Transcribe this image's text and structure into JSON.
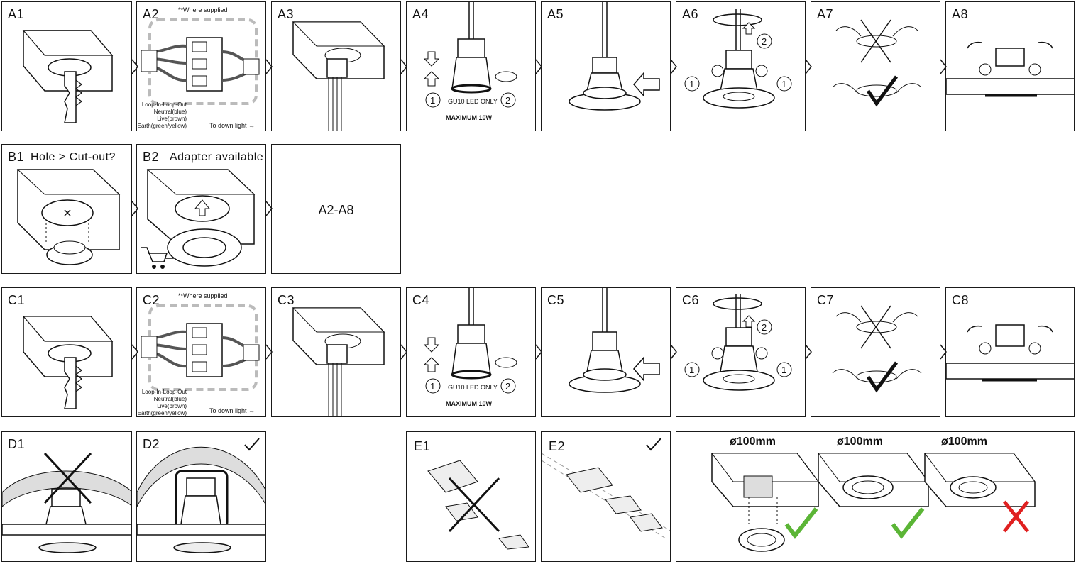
{
  "row_a": {
    "labels": [
      "A1",
      "A2",
      "A3",
      "A4",
      "A5",
      "A6",
      "A7",
      "A8"
    ],
    "where_supplied": "**Where supplied",
    "wiring_legend": [
      "Loop-In-Loop-Out",
      "Neutral(blue)",
      "Live(brown)",
      "Earth(green/yellow)"
    ],
    "to_down_light": "To down light",
    "gu10": "GU10 LED ONLY",
    "max_power": "MAXIMUM 10W",
    "step_one": "1",
    "step_two": "2"
  },
  "row_b": {
    "b1_label": "B1",
    "b1_text": "Hole > Cut-out?",
    "b2_label": "B2",
    "b2_text": "Adapter available",
    "b3_text": "A2-A8"
  },
  "row_c": {
    "labels": [
      "C1",
      "C2",
      "C3",
      "C4",
      "C5",
      "C6",
      "C7",
      "C8"
    ],
    "where_supplied": "**Where supplied",
    "wiring_legend": [
      "Loop-In-Loop-Out",
      "Neutral(blue)",
      "Live(brown)",
      "Earth(green/yellow)"
    ],
    "to_down_light": "To down light",
    "gu10": "GU10 LED ONLY",
    "max_power": "MAXIMUM 10W",
    "step_one": "1",
    "step_two": "2"
  },
  "row_d": {
    "d1_label": "D1",
    "d2_label": "D2",
    "e1_label": "E1",
    "e2_label": "E2",
    "diameters": [
      "ø100mm",
      "ø100mm",
      "ø100mm"
    ]
  },
  "colors": {
    "ok_green": "#5bb536",
    "bad_red": "#e02020",
    "line": "#1a1a1a",
    "dash_gray": "#bbbbbb"
  }
}
